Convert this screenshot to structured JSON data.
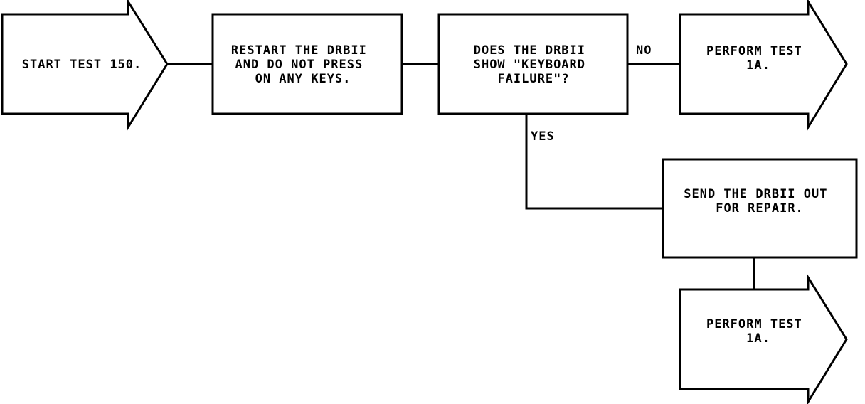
{
  "flowchart": {
    "start": {
      "lines": [
        "START TEST 150."
      ]
    },
    "step_restart": {
      "lines": [
        "RESTART THE DRBII",
        "AND DO NOT PRESS",
        "ON ANY KEYS."
      ]
    },
    "decision": {
      "lines": [
        "DOES THE DRBII",
        "SHOW \"KEYBOARD",
        "FAILURE\"?"
      ]
    },
    "no_label": "NO",
    "yes_label": "YES",
    "perform_no": {
      "lines": [
        "PERFORM TEST",
        "1A."
      ]
    },
    "step_repair": {
      "lines": [
        "SEND THE DRBII OUT",
        "FOR REPAIR."
      ]
    },
    "perform_yes": {
      "lines": [
        "PERFORM TEST",
        "1A."
      ]
    }
  },
  "colors": {
    "ink": "#000000",
    "paper": "#ffffff"
  }
}
